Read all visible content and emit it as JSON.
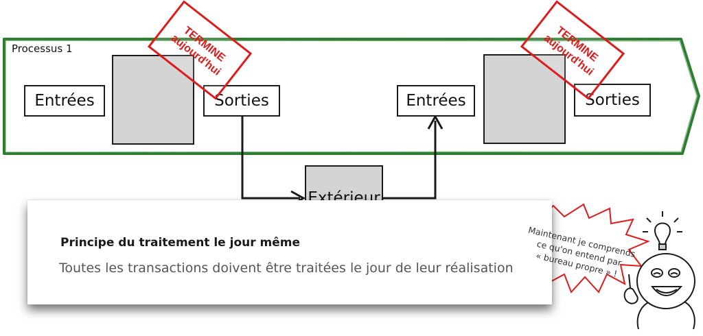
{
  "process": {
    "label": "Processus 1",
    "frame_color": "#2e7d32"
  },
  "inputs": [
    {
      "label": "Entrées"
    },
    {
      "label": "Entrées"
    }
  ],
  "outputs": [
    {
      "label": "Sorties"
    },
    {
      "label": "Sorties"
    }
  ],
  "external": {
    "label": "Extérieur"
  },
  "stamps": [
    {
      "line1": "TERMINE",
      "line2": "aujourd'hui"
    },
    {
      "line1": "TERMINE",
      "line2": "aujourd'hui"
    }
  ],
  "stamp_color": "#e01a1a",
  "principle": {
    "title": "Principe du traitement le jour même",
    "text": "Toutes les transactions doivent être traitées le jour de leur réalisation"
  },
  "speech_bubble": {
    "line1": "Maintenant je comprends",
    "line2": "ce qu'on entend par",
    "line3": "« bureau propre » !"
  },
  "icons": [
    "lightbulb-icon",
    "smiley-character-icon"
  ]
}
